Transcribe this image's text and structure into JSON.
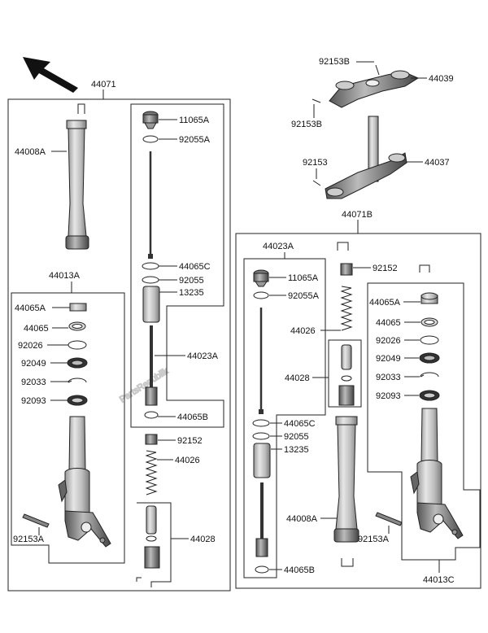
{
  "watermark": "PartsRepublik",
  "labels": {
    "main_left": "44071",
    "main_right": "44071B",
    "l_44008A": "44008A",
    "l_44013A": "44013A",
    "l_44065A": "44065A",
    "l_44065": "44065",
    "l_92026": "92026",
    "l_92049": "92049",
    "l_92033": "92033",
    "l_92093": "92093",
    "l_92153A": "92153A",
    "l_11065A": "11065A",
    "l_92055A": "92055A",
    "l_44065C": "44065C",
    "l_92055": "92055",
    "l_13235": "13235",
    "l_44023A": "44023A",
    "l_44065B": "44065B",
    "l_92152": "92152",
    "l_44026": "44026",
    "l_44028": "44028",
    "r_92153B_top": "92153B",
    "r_44039": "44039",
    "r_92153B_mid": "92153B",
    "r_92153": "92153",
    "r_44037": "44037",
    "r_44023A": "44023A",
    "r_11065A": "11065A",
    "r_92055A": "92055A",
    "r_92152": "92152",
    "r_44026": "44026",
    "r_44028": "44028",
    "r_44065C": "44065C",
    "r_92055": "92055",
    "r_13235": "13235",
    "r_44008A": "44008A",
    "r_44065B": "44065B",
    "r_44065A": "44065A",
    "r_44065": "44065",
    "r_92026": "92026",
    "r_92049": "92049",
    "r_92033": "92033",
    "r_92093": "92093",
    "r_92153A": "92153A",
    "r_44013C": "44013C"
  }
}
